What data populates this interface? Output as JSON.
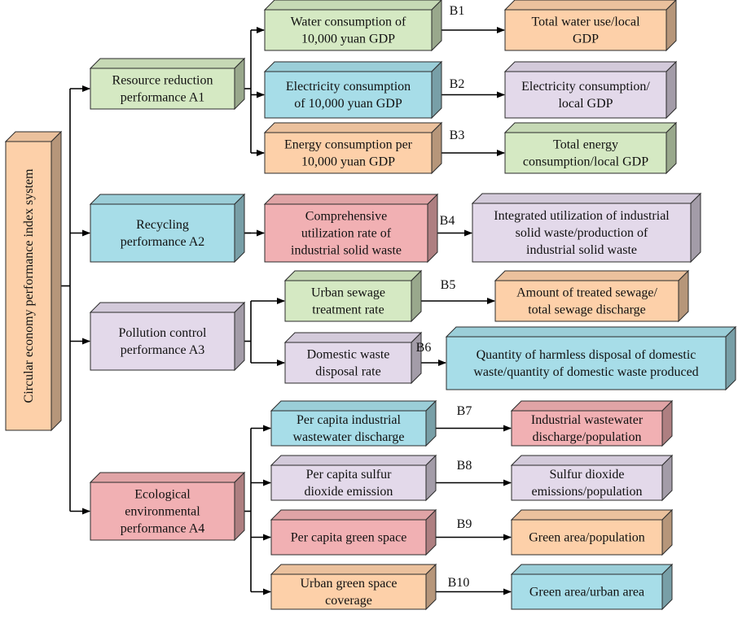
{
  "palette": {
    "peach": "#fdd0a9",
    "green": "#d5e9c3",
    "blue": "#a7dde8",
    "lavender": "#e3d9ea",
    "pink": "#f1b0b3",
    "outline": "#2b2b2b",
    "line": "#000000"
  },
  "root": {
    "text": "Circular economy performance index system"
  },
  "categories": [
    {
      "id": "A1",
      "lines": [
        "Resource reduction",
        "performance A1"
      ]
    },
    {
      "id": "A2",
      "lines": [
        "Recycling",
        "performance A2"
      ]
    },
    {
      "id": "A3",
      "lines": [
        "Pollution control",
        "performance A3"
      ]
    },
    {
      "id": "A4",
      "lines": [
        "Ecological",
        "environmental",
        "performance A4"
      ]
    }
  ],
  "indicators": [
    {
      "code": "B1",
      "category": "A1",
      "name": [
        "Water consumption of",
        "10,000 yuan GDP"
      ],
      "formula": [
        "Total water use/local",
        "GDP"
      ]
    },
    {
      "code": "B2",
      "category": "A1",
      "name": [
        "Electricity consumption",
        "of 10,000 yuan GDP"
      ],
      "formula": [
        "Electricity consumption/",
        "local GDP"
      ]
    },
    {
      "code": "B3",
      "category": "A1",
      "name": [
        "Energy consumption per",
        "10,000 yuan GDP"
      ],
      "formula": [
        "Total energy",
        "consumption/local GDP"
      ]
    },
    {
      "code": "B4",
      "category": "A2",
      "name": [
        "Comprehensive",
        "utilization rate of",
        "industrial solid waste"
      ],
      "formula": [
        "Integrated utilization of industrial",
        "solid waste/production of",
        "industrial solid waste"
      ]
    },
    {
      "code": "B5",
      "category": "A3",
      "name": [
        "Urban sewage",
        "treatment rate"
      ],
      "formula": [
        "Amount of treated sewage/",
        "total sewage discharge"
      ]
    },
    {
      "code": "B6",
      "category": "A3",
      "name": [
        "Domestic waste",
        "disposal rate"
      ],
      "formula": [
        "Quantity of harmless disposal of domestic",
        "waste/quantity of domestic waste produced"
      ]
    },
    {
      "code": "B7",
      "category": "A4",
      "name": [
        "Per capita industrial",
        "wastewater discharge"
      ],
      "formula": [
        "Industrial wastewater",
        "discharge/population"
      ]
    },
    {
      "code": "B8",
      "category": "A4",
      "name": [
        "Per capita sulfur",
        "dioxide emission"
      ],
      "formula": [
        "Sulfur dioxide",
        "emissions/population"
      ]
    },
    {
      "code": "B9",
      "category": "A4",
      "name": [
        "Per capita green space"
      ],
      "formula": [
        "Green area/population"
      ]
    },
    {
      "code": "B10",
      "category": "A4",
      "name": [
        "Urban green space",
        "coverage"
      ],
      "formula": [
        "Green area/urban area"
      ]
    }
  ]
}
